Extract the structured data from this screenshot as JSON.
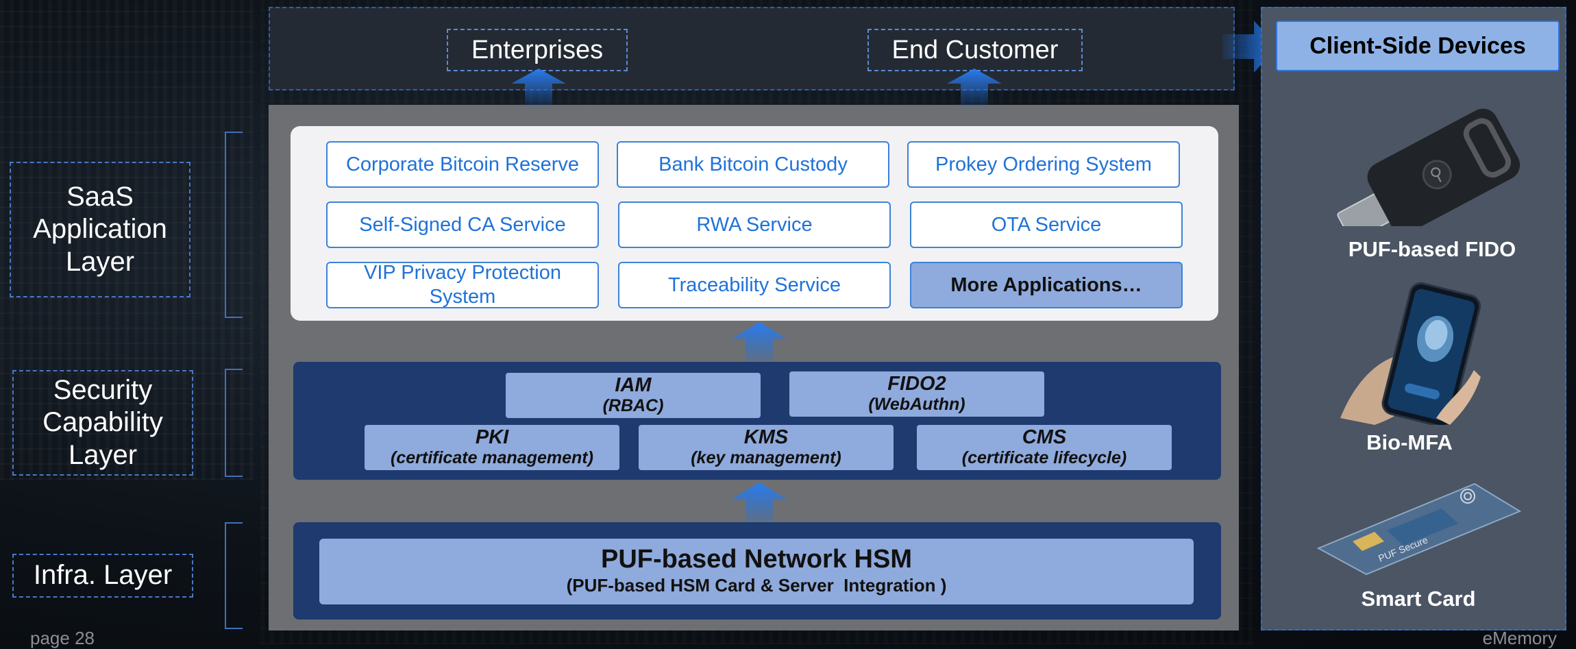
{
  "layers": {
    "saas": "SaaS Application Layer",
    "security": "Security Capability Layer",
    "infra": "Infra. Layer"
  },
  "audiences": {
    "enterprises": "Enterprises",
    "end_customer": "End Customer"
  },
  "applications": [
    "Corporate Bitcoin Reserve",
    "Bank Bitcoin Custody",
    "Prokey Ordering System",
    "Self-Signed CA Service",
    "RWA Service",
    "OTA Service",
    "VIP Privacy Protection System",
    "Traceability Service",
    "More Applications…"
  ],
  "capabilities": {
    "iam": {
      "title": "IAM",
      "sub": "(RBAC)"
    },
    "fido2": {
      "title": "FIDO2",
      "sub": "(WebAuthn)"
    },
    "pki": {
      "title": "PKI",
      "sub": "(certificate management)"
    },
    "kms": {
      "title": "KMS",
      "sub": "(key management)"
    },
    "cms": {
      "title": "CMS",
      "sub": "(certificate lifecycle)"
    }
  },
  "infra": {
    "title": "PUF-based Network HSM",
    "sub": "(PUF-based HSM Card & Server  Integration )"
  },
  "client": {
    "title": "Client-Side Devices",
    "devices": [
      "PUF-based FIDO",
      "Bio-MFA",
      "Smart Card"
    ]
  },
  "footer": {
    "page": "page 28",
    "brand": "eMemory"
  },
  "colors": {
    "panel_navy": "#1e3a6e",
    "box_blue": "#8faadc",
    "link_blue": "#1f72d8",
    "accent_arrow": "#1e6fe0"
  }
}
